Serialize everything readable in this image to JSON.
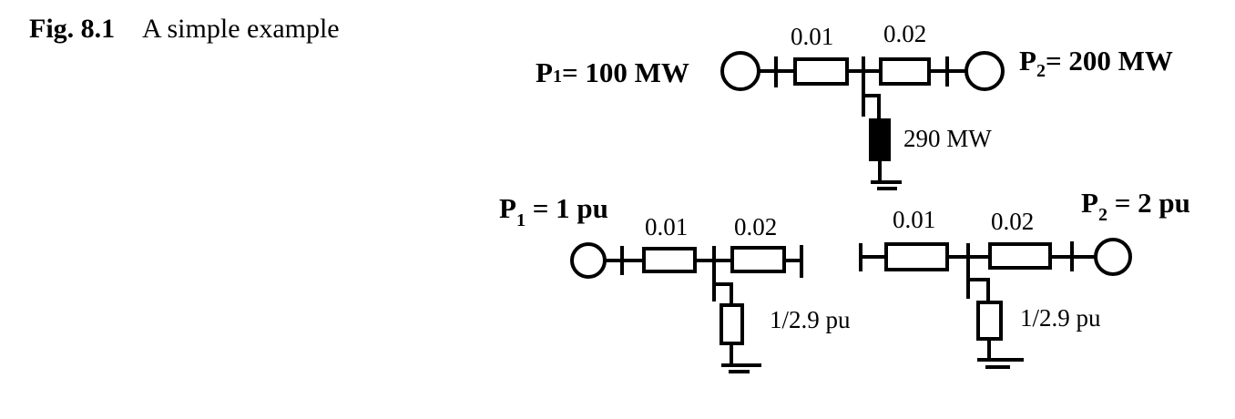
{
  "caption": {
    "label": "Fig. 8.1",
    "title": "A simple example"
  },
  "top_circuit": {
    "p1_label": "P",
    "p1_sub": "1",
    "p1_value": "= 100 MW",
    "p2_label": "P",
    "p2_sub": "2",
    "p2_value": "= 200 MW",
    "line1_impedance": "0.01",
    "line2_impedance": "0.02",
    "load_label": "290 MW"
  },
  "bottom_left_circuit": {
    "p_label": "P",
    "p_sub": "1",
    "p_value": " = 1 pu",
    "line1_impedance": "0.01",
    "line2_impedance": "0.02",
    "load_label": "1/2.9 pu"
  },
  "bottom_right_circuit": {
    "p_label": "P",
    "p_sub": "2",
    "p_value": " = 2 pu",
    "line1_impedance": "0.01",
    "line2_impedance": "0.02",
    "load_label": "1/2.9 pu"
  }
}
